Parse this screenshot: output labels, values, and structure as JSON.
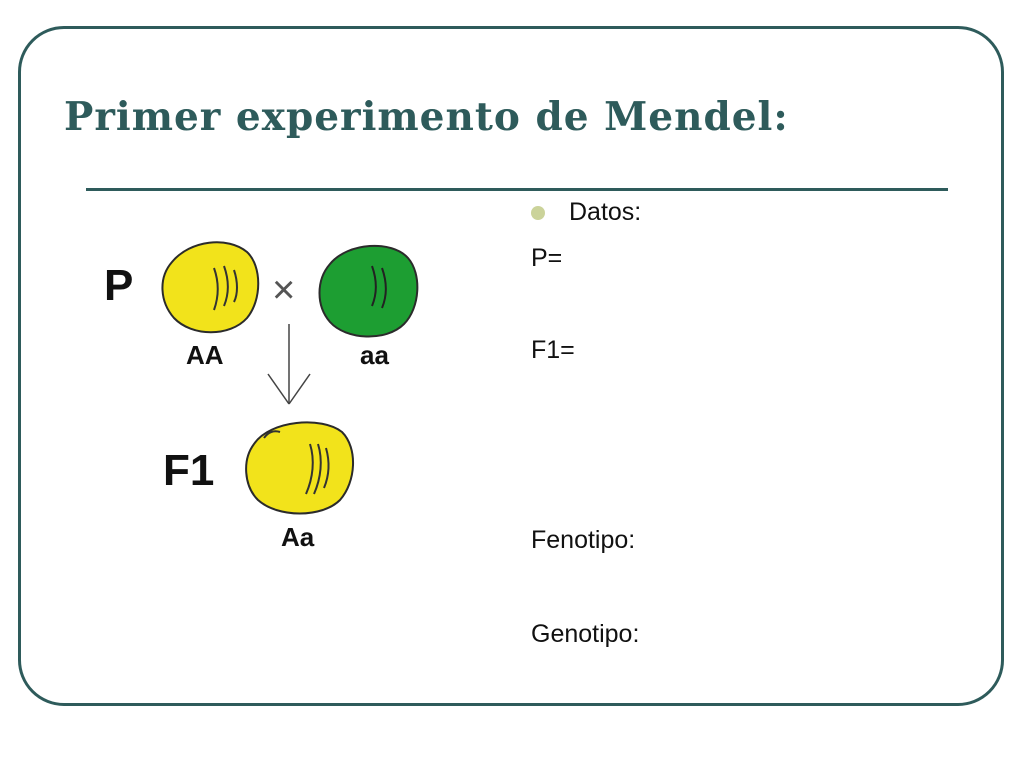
{
  "slide": {
    "title": "Primer experimento de Mendel:",
    "accent_color": "#2e5b5b"
  },
  "data_list": {
    "bullet_label": "Datos:",
    "p_label": "P=",
    "f1_label": "F1=",
    "phenotype_label": "Fenotipo:",
    "genotype_label": "Genotipo:"
  },
  "diagram": {
    "parent_generation_label": "P",
    "cross_symbol": "×",
    "filial_generation_label": "F1",
    "pea_dominant_genotype": "AA",
    "pea_recessive_genotype": "aa",
    "pea_hybrid_genotype": "Aa",
    "yellow_color": "#f2e31b",
    "green_color": "#1d9e32"
  }
}
